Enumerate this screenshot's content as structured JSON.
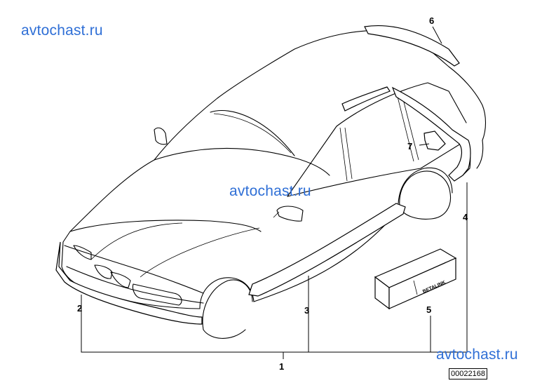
{
  "watermarks": [
    "avtochast.ru",
    "avtochast.ru",
    "avtochast.ru"
  ],
  "callouts": [
    "1",
    "2",
    "3",
    "4",
    "5",
    "6",
    "7"
  ],
  "kit_box_label": "BETALINK",
  "reference_number": "00022168"
}
